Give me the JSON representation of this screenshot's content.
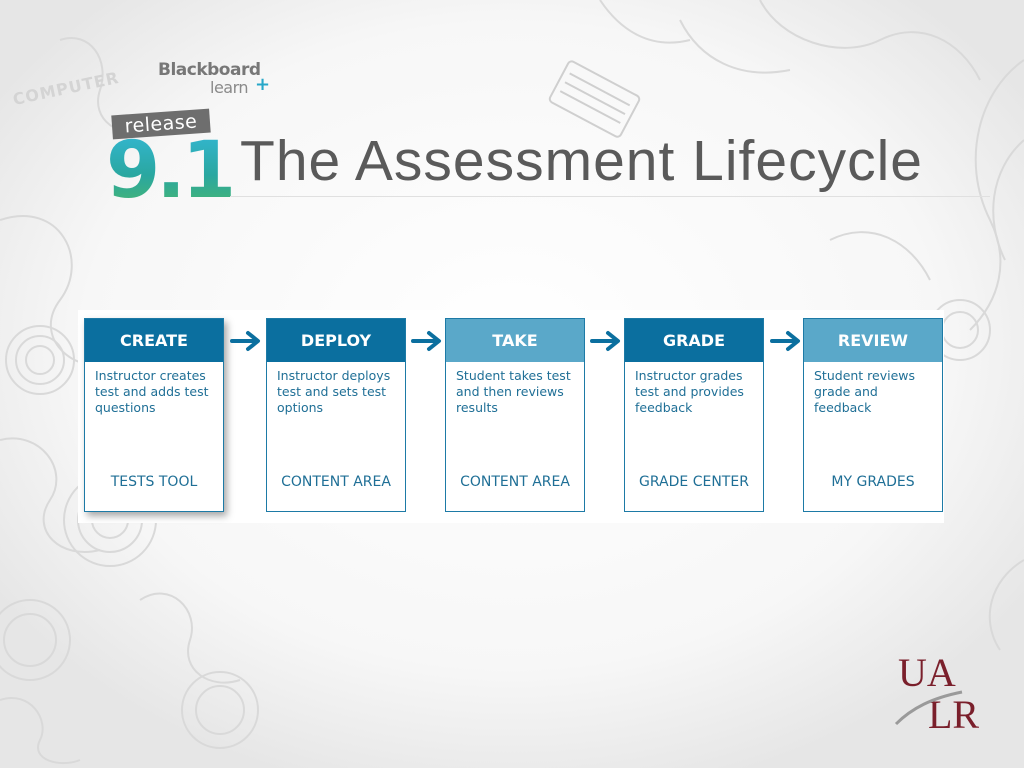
{
  "header": {
    "brand_name": "Blackboard",
    "brand_sub": "learn",
    "release_label": "release",
    "release_number": "9.1",
    "title": "The Assessment Lifecycle"
  },
  "background": {
    "computer_label": "COMPUTER"
  },
  "lifecycle": {
    "stages": [
      {
        "name": "CREATE",
        "description": "Instructor creates test and adds test questions",
        "tool": "TESTS TOOL"
      },
      {
        "name": "DEPLOY",
        "description": "Instructor deploys test and sets test options",
        "tool": "CONTENT AREA"
      },
      {
        "name": "TAKE",
        "description": "Student takes test and then reviews results",
        "tool": "CONTENT AREA"
      },
      {
        "name": "GRADE",
        "description": "Instructor grades test and provides feedback",
        "tool": "GRADE CENTER"
      },
      {
        "name": "REVIEW",
        "description": "Student reviews grade and feedback",
        "tool": "MY GRADES"
      }
    ]
  },
  "logo": {
    "line1": "UA",
    "line2": "LR"
  },
  "colors": {
    "stage_header_dark": "#0b6f9f",
    "stage_header_light": "#5aa8c9",
    "stage_text": "#1f6f96",
    "arrow": "#0b6f9f",
    "ualr_maroon": "#7a1f2b",
    "title": "#5a5a5a"
  },
  "icons": [
    "arrow-right-icon",
    "keyboard-doodle-icon",
    "ualr-logo-icon"
  ]
}
